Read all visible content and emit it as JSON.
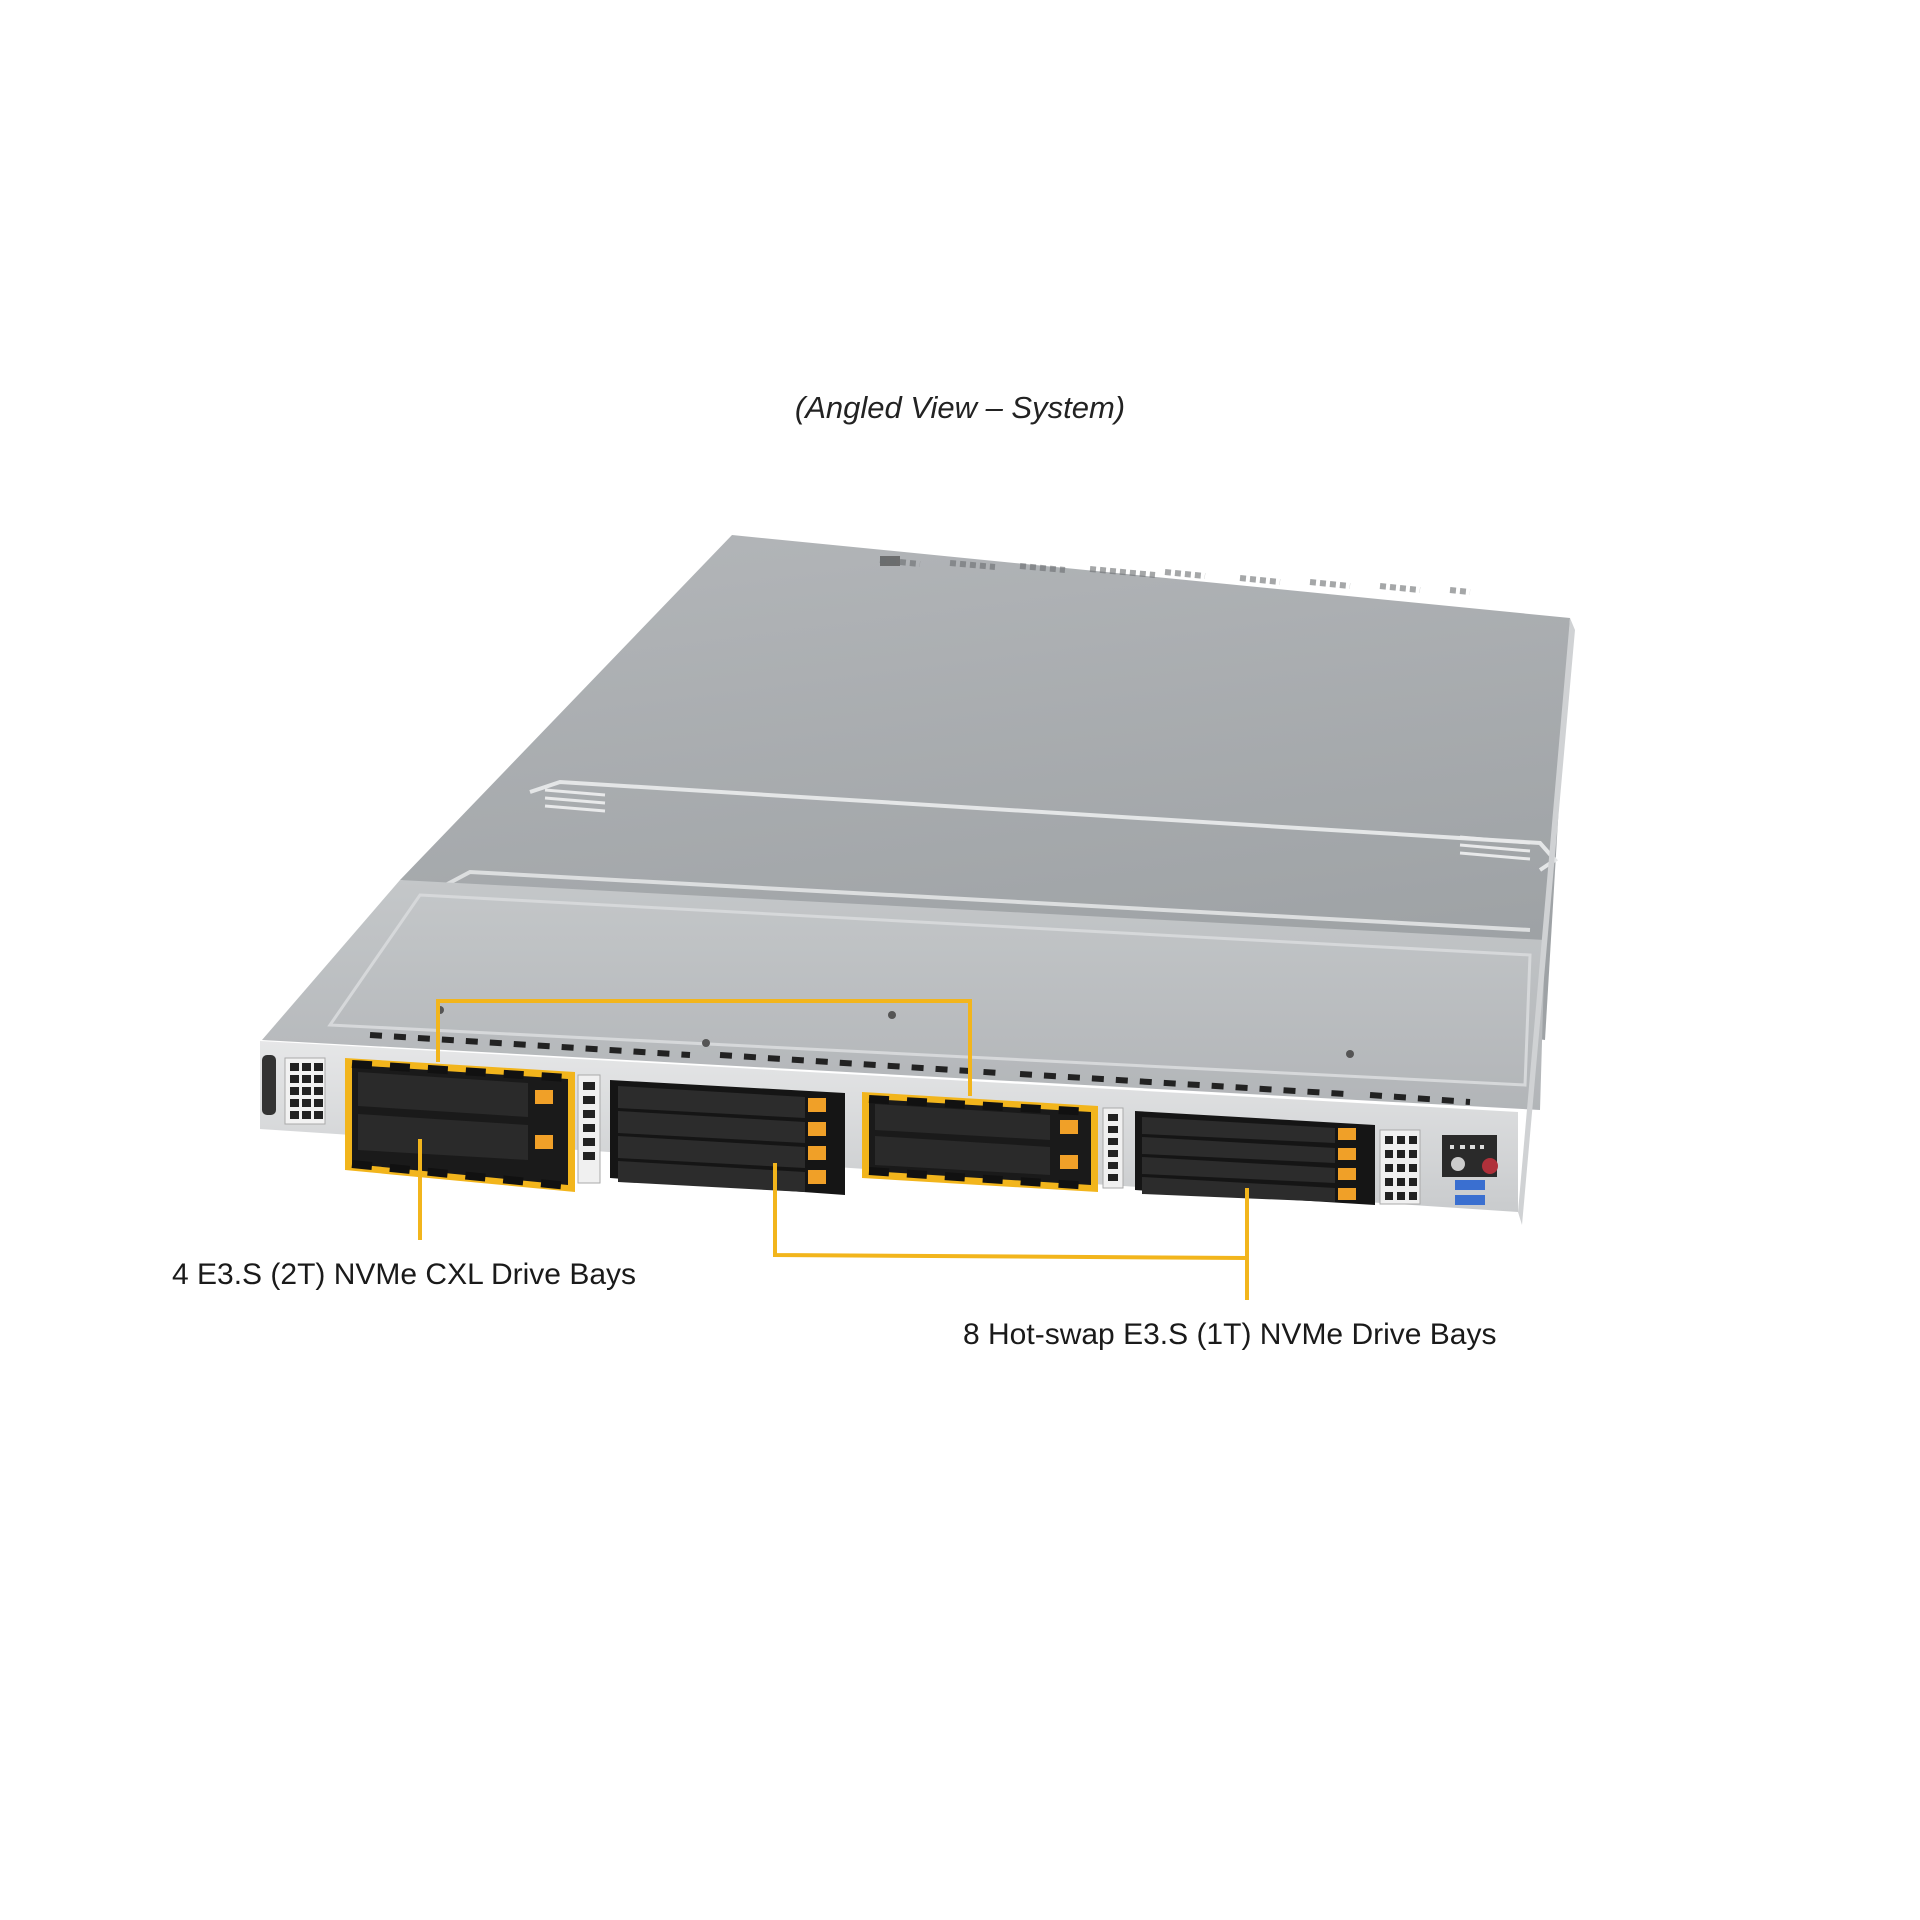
{
  "figure": {
    "title": "(Angled View – System)",
    "subject": "1U rackmount server, angled front view",
    "callouts": [
      {
        "id": "cxl-bays",
        "text": "4 E3.S (2T) NVMe CXL Drive Bays",
        "count": 4,
        "form_factor": "E3.S (2T)",
        "type": "NVMe CXL"
      },
      {
        "id": "hotswap-bays",
        "text": "8 Hot-swap E3.S (1T) NVMe Drive Bays",
        "count": 8,
        "form_factor": "E3.S (1T)",
        "type": "NVMe"
      }
    ],
    "colors": {
      "callout_line": "#f2b51c",
      "chassis_top": "#a9adb0",
      "chassis_front": "#d8dadb",
      "drive_tray": "#1c1c1c",
      "tray_latch": "#f0a028",
      "usb_port": "#3a6fd0",
      "power_button": "#b0303a"
    },
    "front_panel": {
      "drive_groups": [
        {
          "name": "group-1-cxl",
          "trays": 2,
          "highlighted": true
        },
        {
          "name": "group-2",
          "trays": 4,
          "highlighted": false
        },
        {
          "name": "group-3-cxl",
          "trays": 2,
          "highlighted": true
        },
        {
          "name": "group-4",
          "trays": 4,
          "highlighted": false
        }
      ],
      "usb_ports": 2,
      "control_panel": [
        "power-button",
        "reset-button",
        "status-leds"
      ]
    }
  }
}
